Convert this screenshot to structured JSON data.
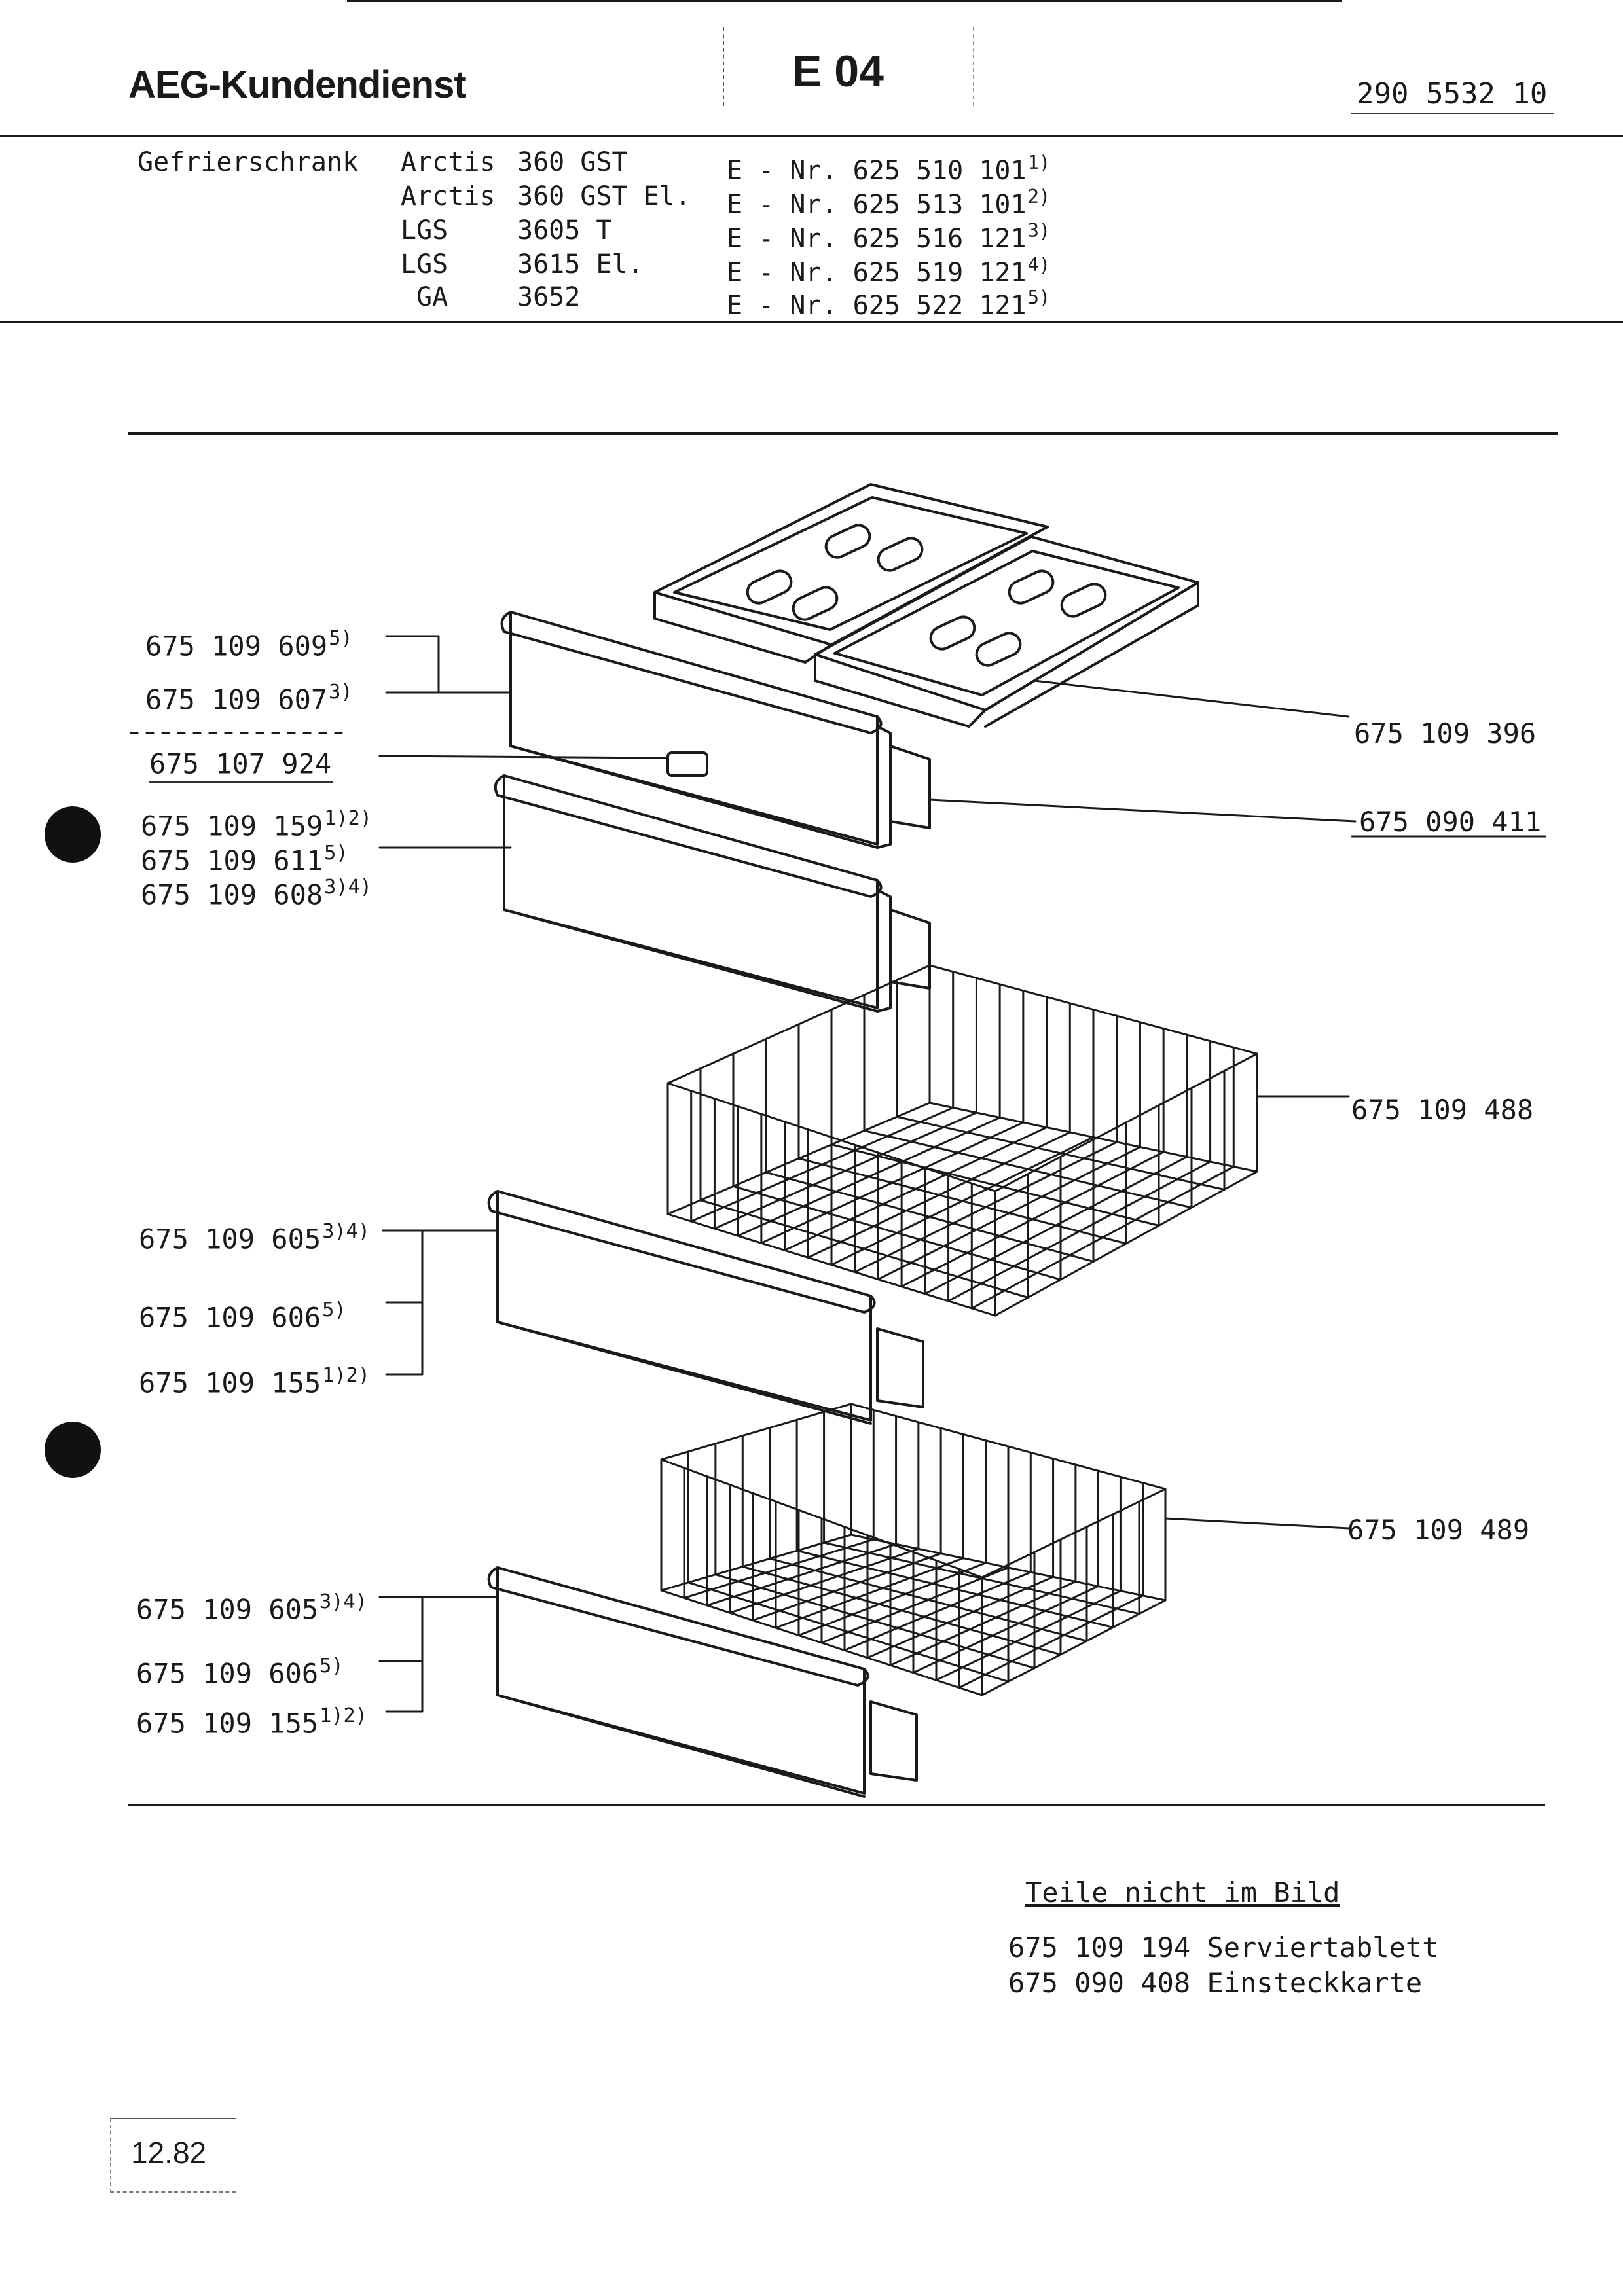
{
  "header": {
    "company": "AEG-Kundendienst",
    "section": "E 04",
    "doc_number": "290 5532 10"
  },
  "models": {
    "category": "Gefrierschrank",
    "rows": [
      {
        "brand": "Arctis",
        "model": "360 GST",
        "enr": "E - Nr. 625 510 101",
        "note": "1)"
      },
      {
        "brand": "Arctis",
        "model": "360 GST El.",
        "enr": "E - Nr. 625 513 101",
        "note": "2)"
      },
      {
        "brand": "LGS",
        "model": "3605 T",
        "enr": "E - Nr. 625 516 121",
        "note": "3)"
      },
      {
        "brand": "LGS",
        "model": "3615 El.",
        "enr": "E - Nr. 625 519 121",
        "note": "4)"
      },
      {
        "brand": "GA",
        "model": "3652",
        "enr": "E - Nr. 625 522 121",
        "note": "5)"
      }
    ]
  },
  "callouts_left": [
    {
      "part": "675 109 609",
      "note": "5)"
    },
    {
      "part": "675 109 607",
      "note": "3)"
    },
    {
      "part": "675 107 924",
      "note": ""
    },
    {
      "part": "675 109 159",
      "note": "1)2)"
    },
    {
      "part": "675 109 611",
      "note": "5)"
    },
    {
      "part": "675 109 608",
      "note": "3)4)"
    },
    {
      "part": "675 109 605",
      "note": "3)4)"
    },
    {
      "part": "675 109 606",
      "note": "5)"
    },
    {
      "part": "675 109 155",
      "note": "1)2)"
    },
    {
      "part": "675 109 605",
      "note": "3)4)"
    },
    {
      "part": "675 109 606",
      "note": "5)"
    },
    {
      "part": "675 109 155",
      "note": "1)2)"
    }
  ],
  "callouts_right": [
    {
      "part": "675 109 396"
    },
    {
      "part": "675 090 411"
    },
    {
      "part": "675 109 488"
    },
    {
      "part": "675 109 489"
    }
  ],
  "not_shown": {
    "title": "Teile nicht im Bild",
    "items": [
      {
        "part": "675 109 194",
        "name": "Serviertablett"
      },
      {
        "part": "675 090 408",
        "name": "Einsteckkarte"
      }
    ]
  },
  "footer": {
    "date": "12.82"
  }
}
